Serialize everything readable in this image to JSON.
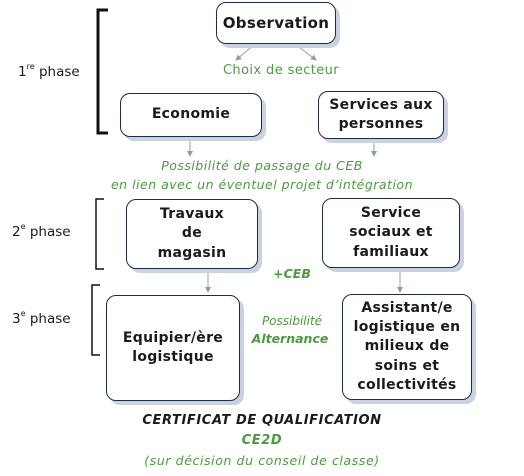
{
  "phases": [
    {
      "num": "1",
      "sup": "re",
      "word": "phase"
    },
    {
      "num": "2",
      "sup": "e",
      "word": "phase"
    },
    {
      "num": "3",
      "sup": "e",
      "word": "phase"
    }
  ],
  "boxes": {
    "observation": "Observation",
    "economie": "Economie",
    "services_line1": "Services aux",
    "services_line2": "personnes",
    "travaux_line1": "Travaux",
    "travaux_line2": "de",
    "travaux_line3": "magasin",
    "service_line1": "Service",
    "service_line2": "sociaux et",
    "service_line3": "familiaux",
    "equipier_line1": "Equipier/ère",
    "equipier_line2": "logistique",
    "assistant_line1": "Assistant/e",
    "assistant_line2": "logistique en",
    "assistant_line3": "milieux de",
    "assistant_line4": "soins et",
    "assistant_line5": "collectivités"
  },
  "labels": {
    "choix": "Choix de secteur",
    "ceb_line1": "Possibilité de passage du CEB",
    "ceb_line2": "en lien avec un éventuel projet d’intégration",
    "plus_ceb": "+CEB",
    "possibilite": "Possibilité",
    "alternance": "Alternance",
    "certificat": "CERTIFICAT DE QUALIFICATION",
    "ce2d": "CE2D",
    "decision": "(sur décision du conseil de classe)"
  },
  "colors": {
    "accent_green": "#4b9b3e",
    "box_border": "#1f2a44",
    "shadow": "#c9d3e0"
  }
}
